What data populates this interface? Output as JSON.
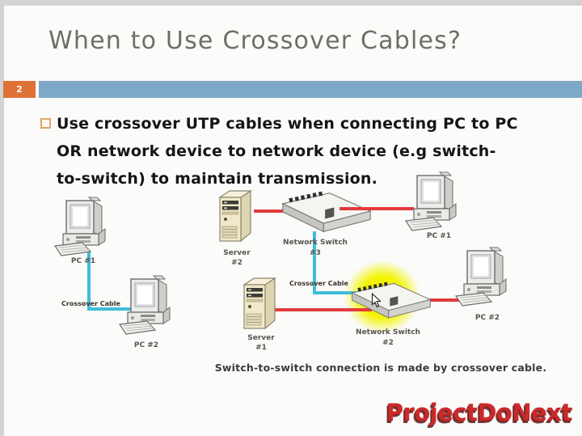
{
  "slide": {
    "title": "When to Use Crossover Cables?",
    "slide_number": "2",
    "bullet_lines": [
      "Use crossover UTP cables when connecting PC to PC",
      "OR network device to network device (e.g switch-",
      "to-switch) to maintain transmission."
    ],
    "caption": "Switch-to-switch connection is made by crossover cable.",
    "watermark": "ProjectDoNext"
  },
  "left_diagram": {
    "pc1_label": "PC #1",
    "pc2_label": "PC #2",
    "cable_label": "Crossover Cable"
  },
  "right_diagram": {
    "server2_label": "Server",
    "server2_num": "#2",
    "switch3_label": "Network Switch",
    "switch3_num": "#3",
    "server1_label": "Server",
    "server1_num": "#1",
    "switch2_label": "Network Switch",
    "switch2_num": "#2",
    "pc1_label": "PC #1",
    "pc2_label": "PC #2",
    "cable_label": "Crossover Cable"
  },
  "colors": {
    "accent_blue": "#7ea8c7",
    "badge_orange": "#df7136",
    "cable_red": "#e13b3c",
    "cable_cyan": "#3fbdd9",
    "highlight_yellow": "#f2f400",
    "logo_red": "#cb2a2a",
    "title_gray": "#6e6d68"
  }
}
